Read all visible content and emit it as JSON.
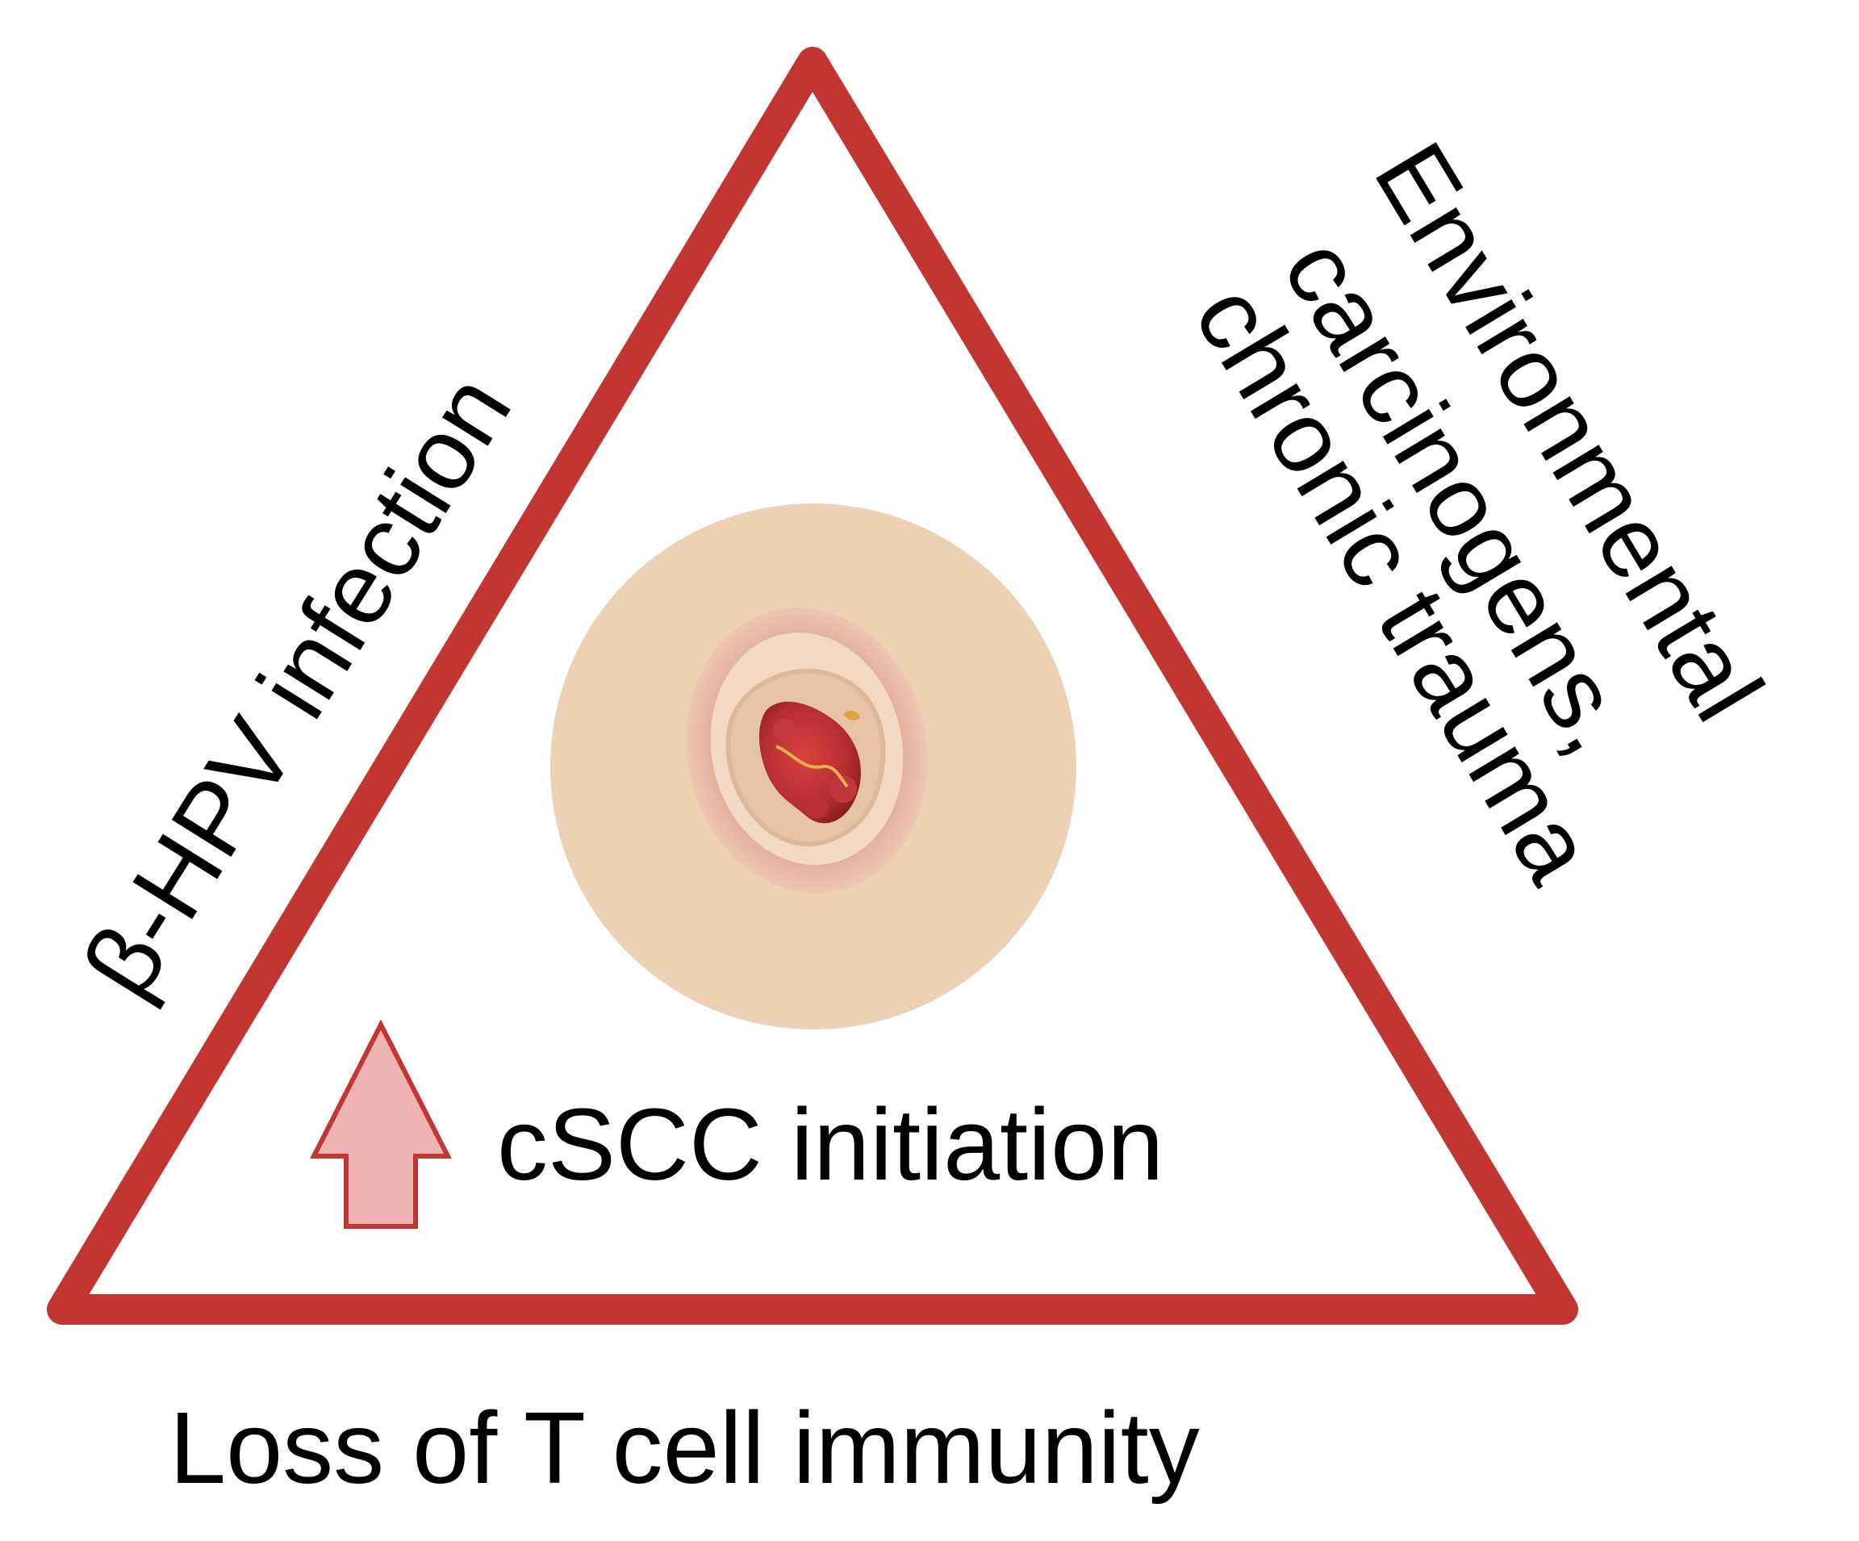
{
  "diagram": {
    "left_side_label": "β-HPV infection",
    "right_side_label_line1": "Environmental",
    "right_side_label_line2": "carcinogens,",
    "right_side_label_line3": "chronic trauma",
    "bottom_side_label": "Loss of T cell immunity",
    "center_label": "cSCC initiation"
  },
  "colors": {
    "triangle_stroke": "#c23632",
    "arrow_fill": "#f0b3b3",
    "arrow_stroke": "#c23632",
    "skin": "#ecd1b4",
    "lesion": "#c9343a"
  },
  "icons": {
    "lesion": "skin-lesion-icon",
    "arrow": "up-arrow-icon"
  }
}
